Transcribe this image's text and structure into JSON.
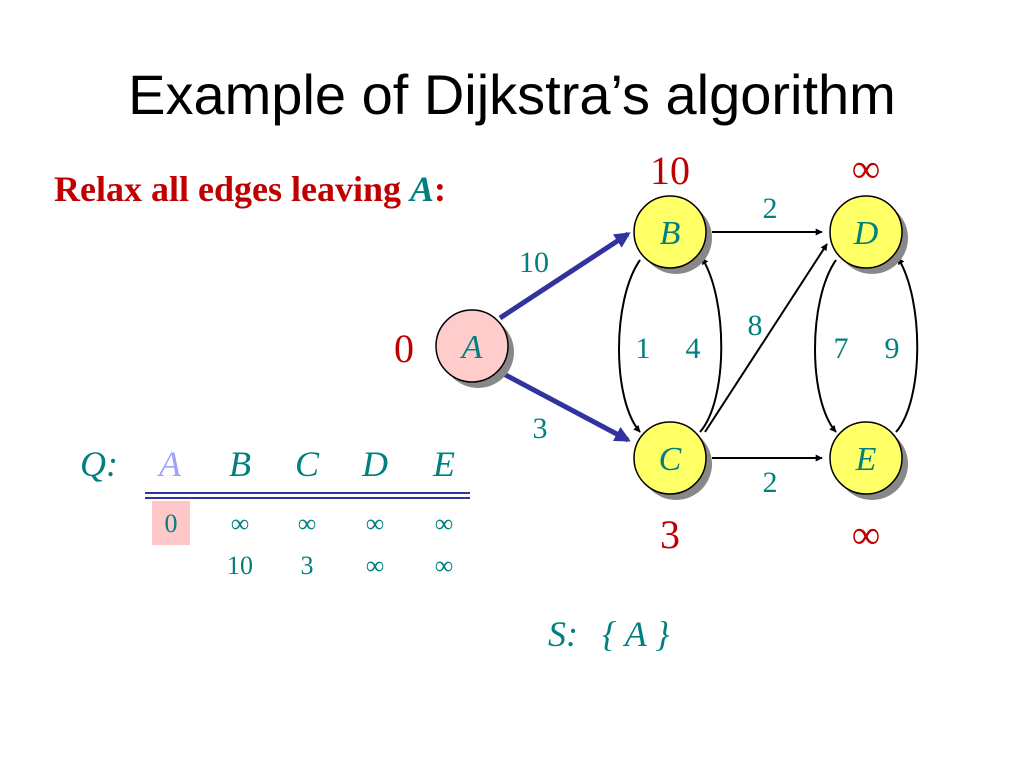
{
  "title": "Example of Dijkstra’s algorithm",
  "subtitle": {
    "prefix": "Relax all edges leaving ",
    "var": "A",
    "suffix": ":"
  },
  "graph": {
    "nodes": [
      {
        "id": "A",
        "label": "A",
        "dist": "0"
      },
      {
        "id": "B",
        "label": "B",
        "dist": "10"
      },
      {
        "id": "C",
        "label": "C",
        "dist": "3"
      },
      {
        "id": "D",
        "label": "D",
        "dist": "∞"
      },
      {
        "id": "E",
        "label": "E",
        "dist": "∞"
      }
    ],
    "edges": [
      {
        "from": "A",
        "to": "B",
        "weight": "10",
        "relaxed": true
      },
      {
        "from": "A",
        "to": "C",
        "weight": "3",
        "relaxed": true
      },
      {
        "from": "B",
        "to": "D",
        "weight": "2",
        "relaxed": false
      },
      {
        "from": "C",
        "to": "E",
        "weight": "2",
        "relaxed": false
      },
      {
        "from": "B",
        "to": "C",
        "weight": "1",
        "relaxed": false
      },
      {
        "from": "C",
        "to": "B",
        "weight": "4",
        "relaxed": false
      },
      {
        "from": "C",
        "to": "D",
        "weight": "8",
        "relaxed": false
      },
      {
        "from": "D",
        "to": "E",
        "weight": "7",
        "relaxed": false
      },
      {
        "from": "E",
        "to": "D",
        "weight": "9",
        "relaxed": false
      }
    ]
  },
  "queue": {
    "label": "Q:",
    "headers": [
      "A",
      "B",
      "C",
      "D",
      "E"
    ],
    "rows": [
      [
        "0",
        "∞",
        "∞",
        "∞",
        "∞"
      ],
      [
        "",
        "10",
        "3",
        "∞",
        "∞"
      ]
    ]
  },
  "set_s": {
    "label": "S:",
    "value": "{ A }"
  },
  "colors": {
    "title": "#000000",
    "subtitle": "#c00000",
    "teal": "#00807f",
    "red": "#c00000",
    "relaxed_edge": "#3333a0",
    "node_fill": "#ffff66",
    "node_source_fill": "#ffcccc",
    "node_shadow": "#888888",
    "extracted_highlight": "#ffc8c8",
    "extracted_text": "#a0a0ff"
  }
}
